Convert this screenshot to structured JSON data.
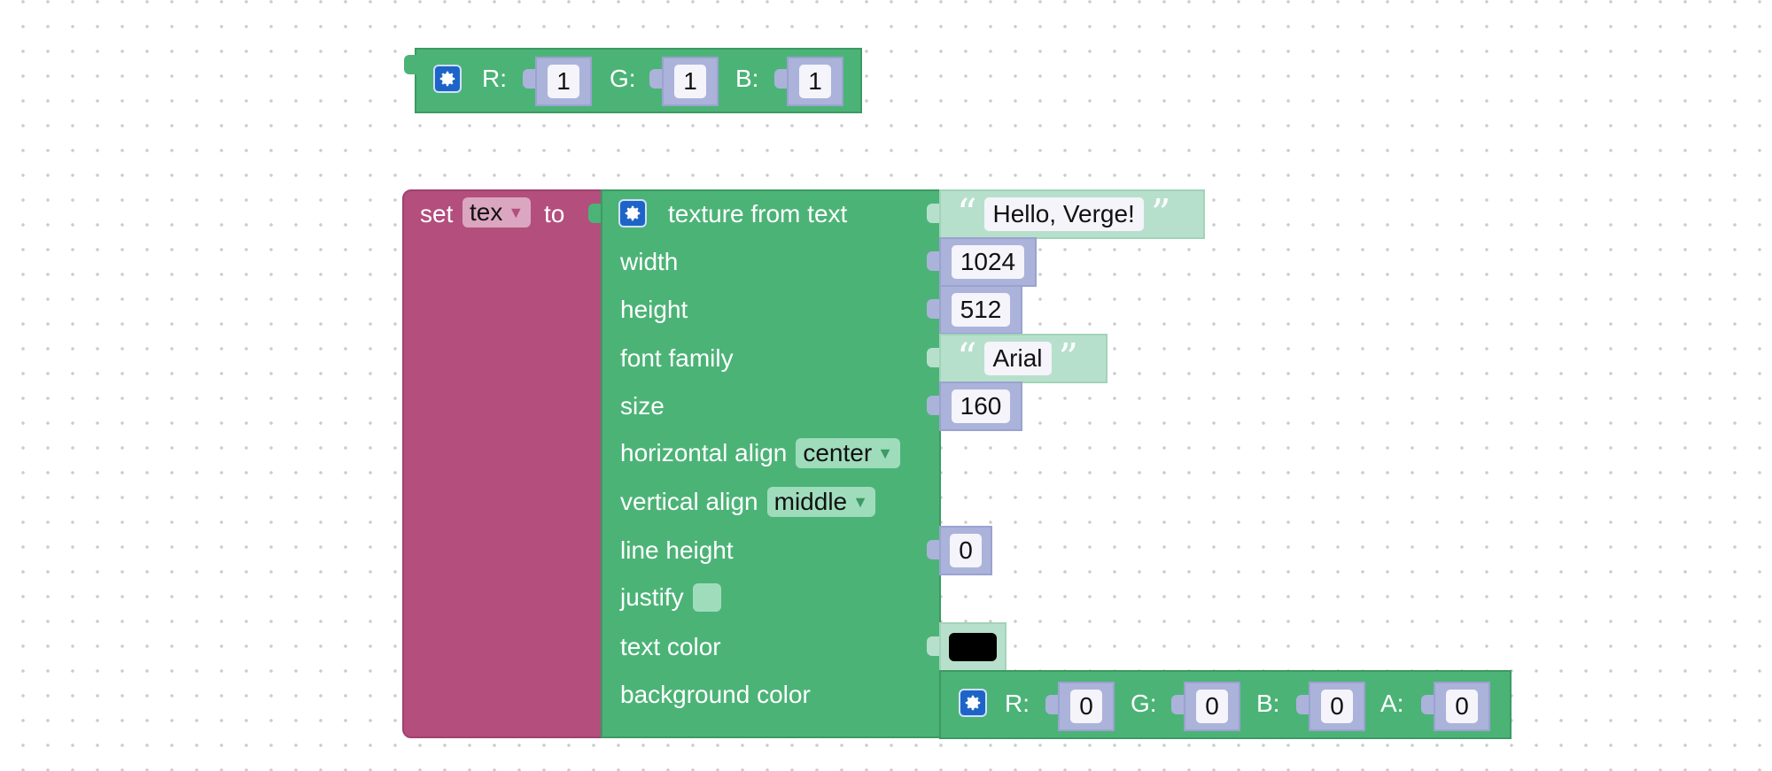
{
  "color_block_top": {
    "r_label": "R:",
    "r_value": "1",
    "g_label": "G:",
    "g_value": "1",
    "b_label": "B:",
    "b_value": "1"
  },
  "set_block": {
    "set_label": "set",
    "variable": "tex",
    "to_label": "to",
    "color": "#b34e7d"
  },
  "texture_block": {
    "title": "texture from text",
    "text_value": "Hello, Verge!",
    "width_label": "width",
    "width_value": "1024",
    "height_label": "height",
    "height_value": "512",
    "font_family_label": "font family",
    "font_family_value": "Arial",
    "size_label": "size",
    "size_value": "160",
    "halign_label": "horizontal align",
    "halign_value": "center",
    "valign_label": "vertical align",
    "valign_value": "middle",
    "line_height_label": "line height",
    "line_height_value": "0",
    "justify_label": "justify",
    "text_color_label": "text color",
    "text_color_value": "#000000",
    "bg_color_label": "background color",
    "color": "#4cb377"
  },
  "color_block_bg": {
    "r_label": "R:",
    "r_value": "0",
    "g_label": "G:",
    "g_value": "0",
    "b_label": "B:",
    "b_value": "0",
    "a_label": "A:",
    "a_value": "0"
  },
  "quote_open": "“",
  "quote_close": "”",
  "dropdown_arrow": "▼"
}
